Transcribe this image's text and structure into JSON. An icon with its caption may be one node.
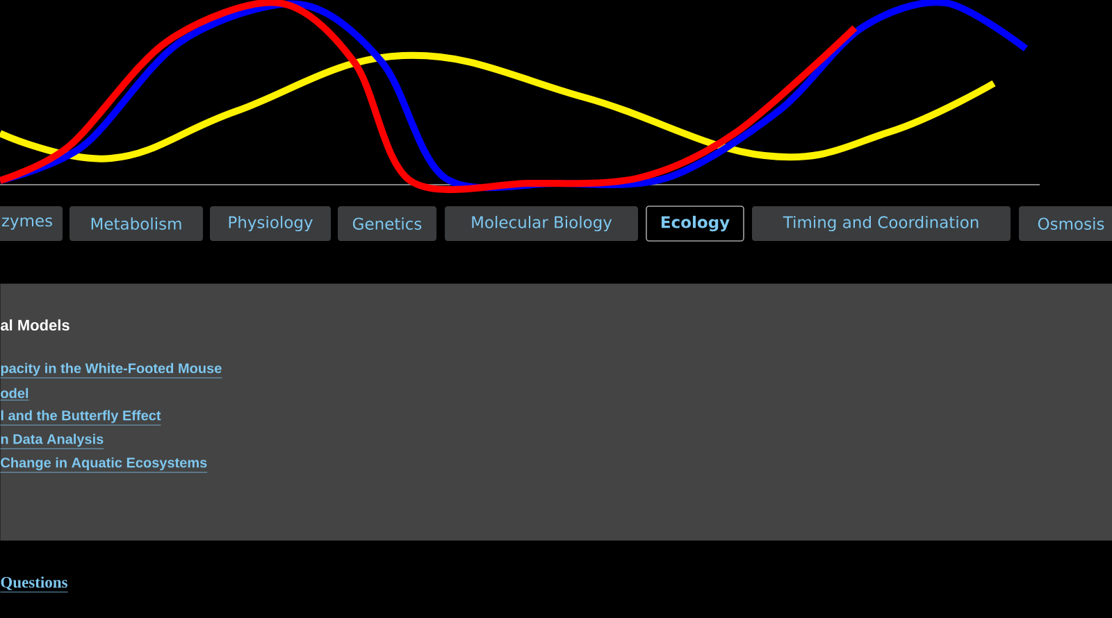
{
  "diagram": {
    "nodes": [
      {
        "text": [
          "zymes"
        ]
      },
      {
        "text": [
          "Metabolism"
        ]
      },
      {
        "text": [
          "Physiology"
        ]
      },
      {
        "text": [
          "Genetics"
        ]
      },
      {
        "text": [
          "Molecular Biology"
        ]
      },
      {
        "text": [
          "Ecology"
        ]
      },
      {
        "text": [
          "Timing and Coordination"
        ]
      },
      {
        "text": [
          "Osmosis"
        ]
      },
      {
        "text": [
          "al Models",
          "pacity in the White-Footed Mouse",
          "odel",
          "l and the Butterfly Effect",
          "n Data Analysis",
          "Change in Aquatic Ecosystems"
        ]
      }
    ],
    "labels": [
      "Questions"
    ]
  }
}
